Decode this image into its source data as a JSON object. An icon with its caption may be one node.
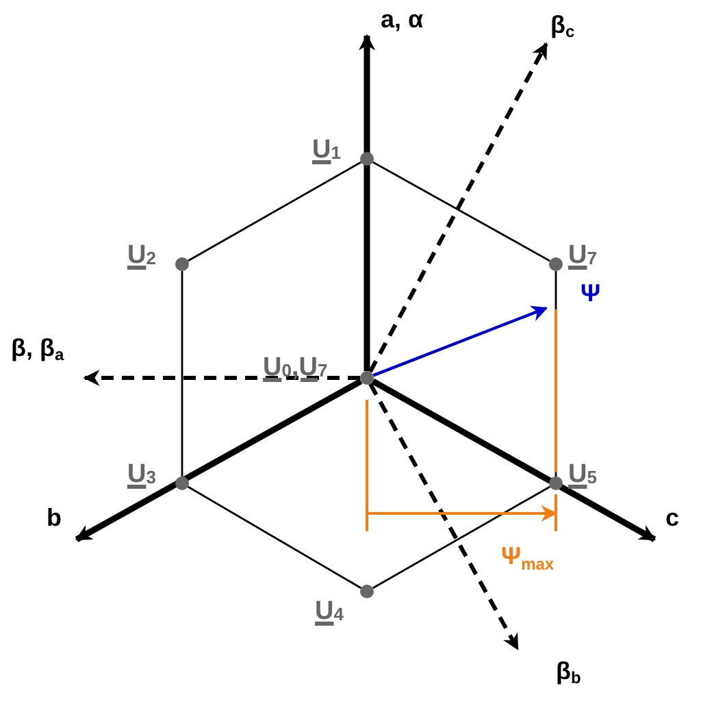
{
  "diagram": {
    "nodes": [
      {
        "text": [
          "a, α"
        ]
      },
      {
        "text": [
          "β$_{c}$"
        ]
      },
      {
        "text": [],
        "shape": "circle",
        "beside": [
          "U$_{1}$"
        ]
      },
      {
        "text": [],
        "shape": "circle",
        "beside": [
          "U$_{2}$"
        ]
      },
      {
        "text": [],
        "shape": "circle",
        "beside": [
          "U$_{7}$"
        ]
      },
      {
        "text": [
          "β, β$_{a}$"
        ]
      },
      {
        "text": [],
        "shape": "circle",
        "beside": [
          "U$_{0}$,U$_{7}$"
        ]
      },
      {
        "text": [],
        "shape": "circle",
        "beside": [
          "U$_{3}$"
        ]
      },
      {
        "text": [],
        "shape": "circle",
        "beside": [
          "U$_{5}$"
        ]
      },
      {
        "text": [
          "b"
        ]
      },
      {
        "text": [
          "c"
        ]
      },
      {
        "text": [],
        "shape": "circle",
        "beside": [
          "U$_{4}$"
        ]
      },
      {
        "text": [
          "β$_{b}$"
        ]
      },
      {
        "text": [
          "Ψ"
        ]
      }
    ],
    "edges": [
      {
        "from": 2,
        "to": 4,
        "arrow": "none"
      },
      {
        "from": 4,
        "to": 8,
        "arrow": "none"
      },
      {
        "from": 8,
        "to": 11,
        "arrow": "none"
      },
      {
        "from": 11,
        "to": 7,
        "arrow": "none"
      },
      {
        "from": 7,
        "to": 3,
        "arrow": "none"
      },
      {
        "from": 3,
        "to": 2,
        "arrow": "none"
      },
      {
        "from": 6,
        "to": 0,
        "arrow": "to",
        "style": "thick"
      },
      {
        "from": 6,
        "to": 5,
        "arrow": "to",
        "style": "dashed"
      },
      {
        "from": 6,
        "to": 1,
        "arrow": "to",
        "style": "dashed"
      },
      {
        "from": 6,
        "to": 12,
        "arrow": "to",
        "style": "dashed"
      },
      {
        "from": 6,
        "to": 9,
        "arrow": "to",
        "style": "thick"
      },
      {
        "from": 6,
        "to": 10,
        "arrow": "to",
        "style": "thick"
      },
      {
        "from": 6,
        "to": 13,
        "arrow": "to",
        "color": "#0000cc"
      }
    ],
    "labels": [
      "Ψ$_{max}$"
    ]
  }
}
